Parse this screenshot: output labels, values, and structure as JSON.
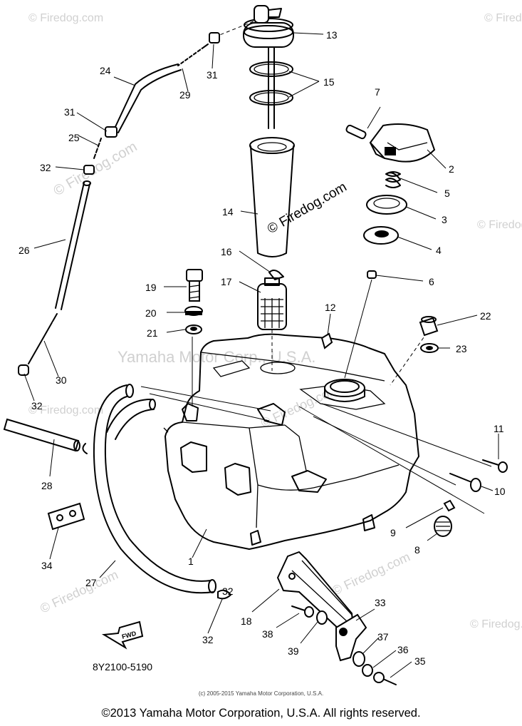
{
  "watermarks": {
    "main": "Yamaha Motor Corp., U.S.A.",
    "firedog": "© Firedog.com",
    "firedog_center": "© Firedog.com"
  },
  "diagram_code": "8Y2100-5190",
  "fwd_label": "FWD",
  "small_copyright": "(c) 2005-2015 Yamaha Motor Corporation, U.S.A.",
  "copyright": "©2013 Yamaha Motor Corporation, U.S.A. All rights reserved.",
  "callouts": {
    "c1": "1",
    "c2": "2",
    "c3": "3",
    "c4": "4",
    "c5": "5",
    "c6": "6",
    "c7": "7",
    "c8": "8",
    "c9": "9",
    "c10": "10",
    "c11": "11",
    "c12": "12",
    "c13": "13",
    "c14": "14",
    "c15": "15",
    "c16": "16",
    "c17": "17",
    "c18": "18",
    "c19": "19",
    "c20": "20",
    "c21": "21",
    "c22": "22",
    "c23": "23",
    "c24": "24",
    "c25": "25",
    "c26": "26",
    "c27": "27",
    "c28": "28",
    "c29": "29",
    "c30": "30",
    "c31a": "31",
    "c31b": "31",
    "c32a": "32",
    "c32b": "32",
    "c32c": "32",
    "c32d": "32",
    "c33": "33",
    "c34": "34",
    "c35": "35",
    "c36": "36",
    "c37": "37",
    "c38": "38",
    "c39": "39"
  }
}
